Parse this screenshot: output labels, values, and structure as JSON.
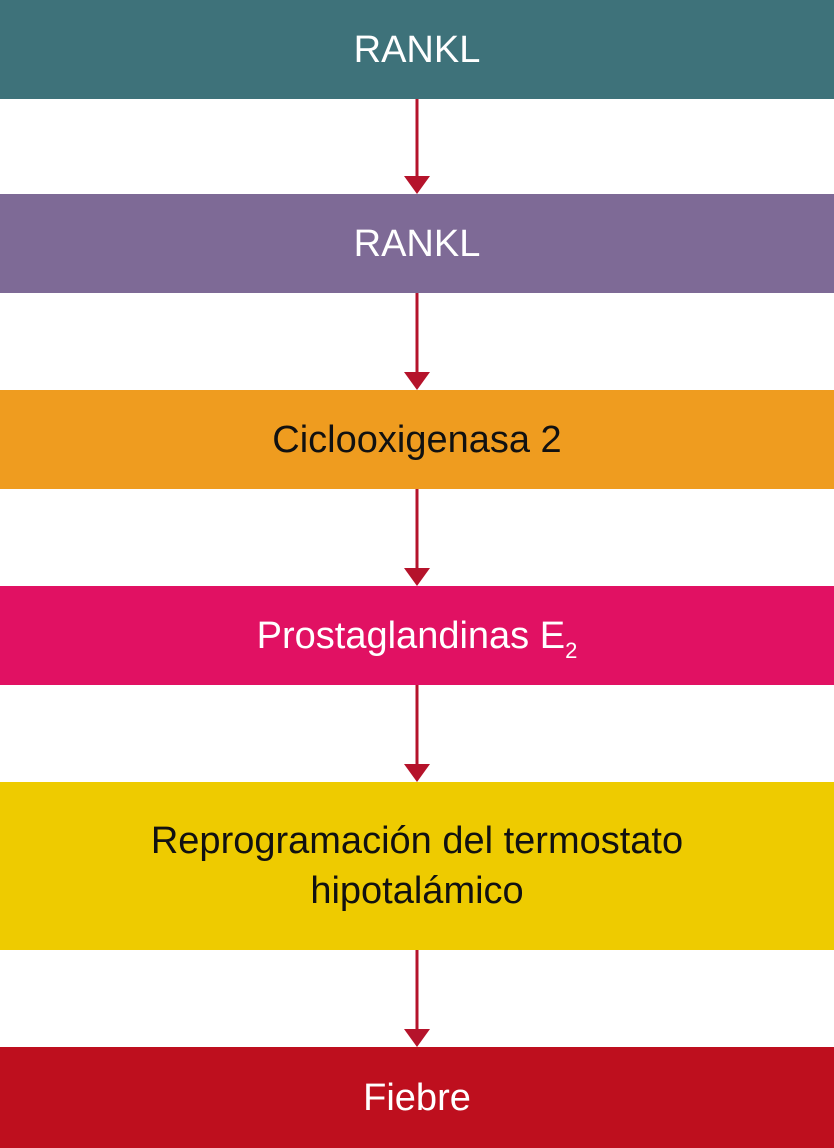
{
  "colors": {
    "arrow": "#b5132b",
    "text_light": "#ffffff",
    "text_dark": "#111111"
  },
  "steps": [
    {
      "id": "rankl-1",
      "label": "RANKL",
      "subscript": "",
      "bg": "#3e727a",
      "fg": "#ffffff"
    },
    {
      "id": "rankl-2",
      "label": "RANKL",
      "subscript": "",
      "bg": "#7e6a96",
      "fg": "#ffffff"
    },
    {
      "id": "cox2",
      "label": "Ciclooxigenasa 2",
      "subscript": "",
      "bg": "#ef9c1f",
      "fg": "#111111"
    },
    {
      "id": "pge2",
      "label": "Prostaglandinas E",
      "subscript": "2",
      "bg": "#e11163",
      "fg": "#ffffff"
    },
    {
      "id": "thermostat",
      "label": "Reprogramación del termostato hipotalámico",
      "subscript": "",
      "bg": "#eecb00",
      "fg": "#111111"
    },
    {
      "id": "fever",
      "label": "Fiebre",
      "subscript": "",
      "bg": "#be0f1e",
      "fg": "#ffffff"
    }
  ]
}
